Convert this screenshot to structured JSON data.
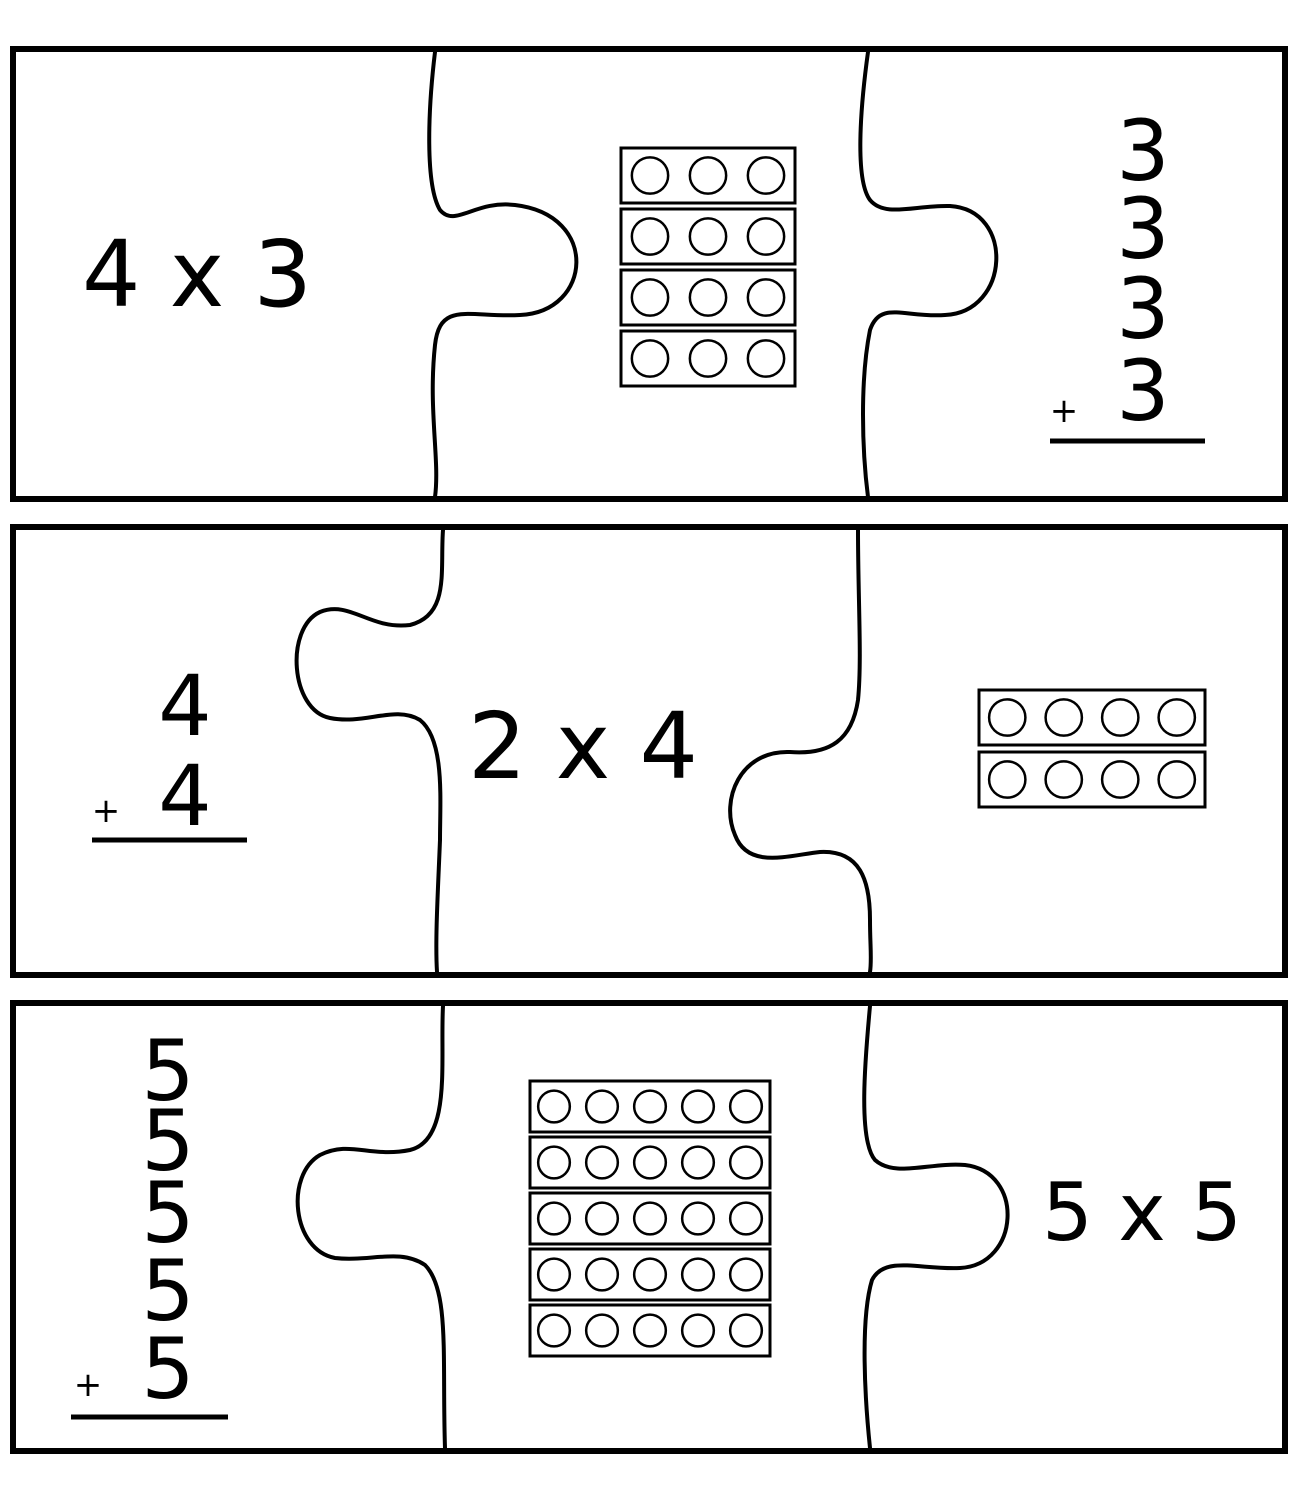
{
  "puzzles": [
    {
      "expression": "4 x 3",
      "addends": [
        "3",
        "3",
        "3",
        "3"
      ],
      "plus_sign": "+",
      "array": {
        "rows": 4,
        "cols": 3
      }
    },
    {
      "expression": "2 x 4",
      "addends": [
        "4",
        "4"
      ],
      "plus_sign": "+",
      "array": {
        "rows": 2,
        "cols": 4
      }
    },
    {
      "expression": "5 x 5",
      "addends": [
        "5",
        "5",
        "5",
        "5",
        "5"
      ],
      "plus_sign": "+",
      "array": {
        "rows": 5,
        "cols": 5
      }
    }
  ]
}
